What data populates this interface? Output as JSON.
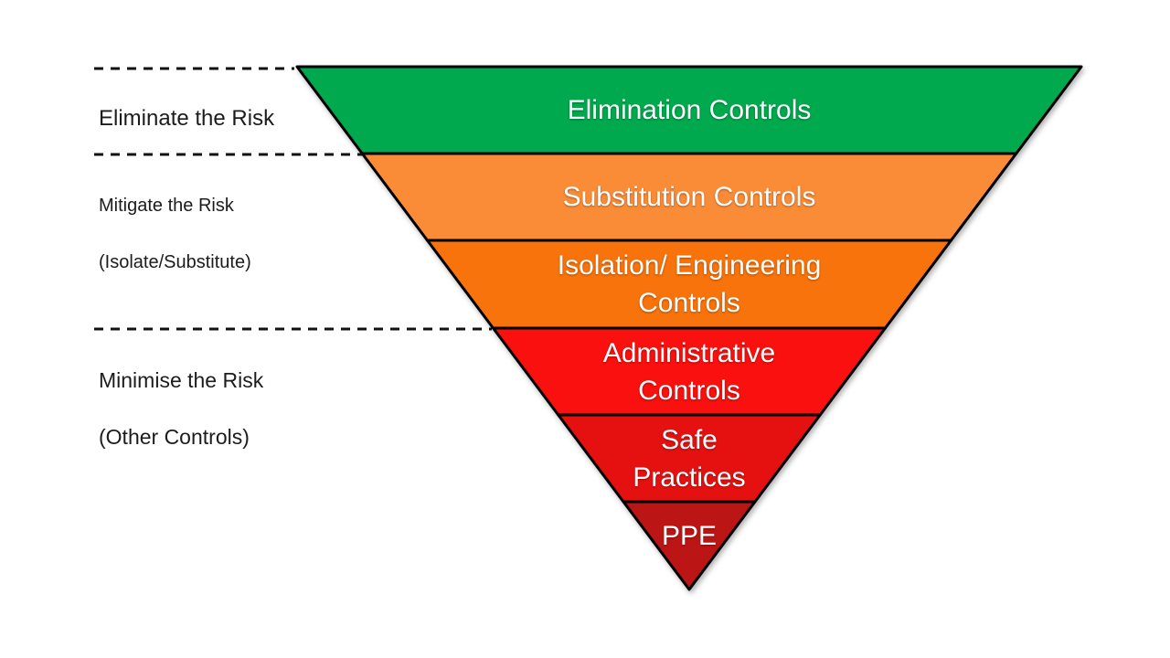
{
  "canvas": {
    "background_color": "#ffffff"
  },
  "pyramid": {
    "type": "inverted-pyramid",
    "outline_color": "#000000",
    "label_color": "#ffffff",
    "layers": [
      {
        "label": "Elimination Controls",
        "color": "#00A94E"
      },
      {
        "label": "Substitution Controls",
        "color": "#FB8C37"
      },
      {
        "label": "Isolation/ Engineering\nControls",
        "color": "#F8730B"
      },
      {
        "label": "Administrative\nControls",
        "color": "#FA100E"
      },
      {
        "label": "Safe\nPractices",
        "color": "#E51111"
      },
      {
        "label": "PPE",
        "color": "#BC1515"
      }
    ]
  },
  "annotations": {
    "line_color": "#111111",
    "text_color": "#1c1c1c",
    "items": [
      {
        "label": "Eliminate the Risk",
        "sub": ""
      },
      {
        "label": "Mitigate the Risk",
        "sub": "(Isolate/Substitute)"
      },
      {
        "label": "Minimise the Risk",
        "sub": "(Other Controls)"
      }
    ]
  }
}
